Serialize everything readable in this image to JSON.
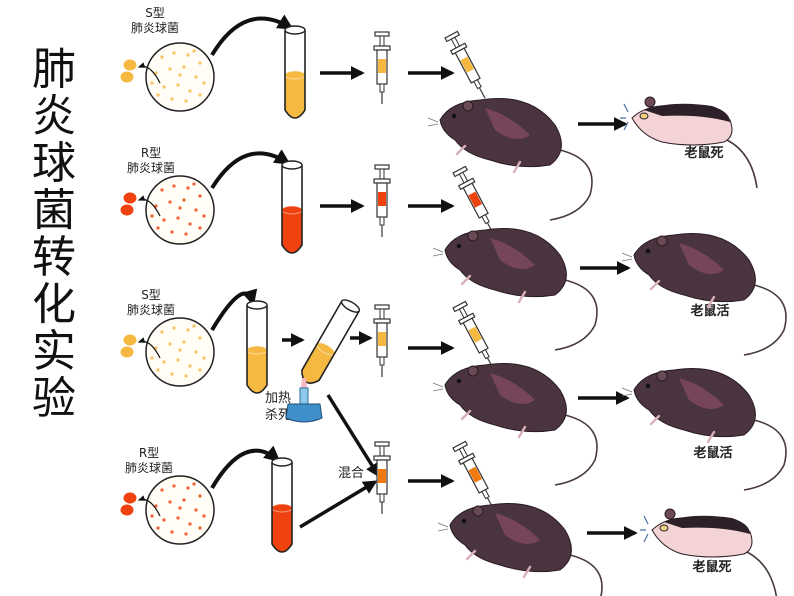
{
  "title": "肺炎球菌转化实验",
  "colors": {
    "s_culture": "#f5b942",
    "r_culture": "#f0420f",
    "mix_culture": "#f07a10",
    "lamp": "#3f8fc9",
    "outline": "#222222",
    "mouse_fur": "#4a3440"
  },
  "rows": [
    {
      "strain_type": "S型",
      "strain_name": "肺炎球菌",
      "culture": "s",
      "result": "老鼠死",
      "outcome": "dead"
    },
    {
      "strain_type": "R型",
      "strain_name": "肺炎球菌",
      "culture": "r",
      "result": "老鼠活",
      "outcome": "alive"
    },
    {
      "strain_type": "S型",
      "strain_name": "肺炎球菌",
      "culture": "s",
      "treatment": [
        "加热",
        "杀死"
      ],
      "result": "老鼠活",
      "outcome": "alive"
    },
    {
      "strain_type": "R型",
      "strain_name": "肺炎球菌",
      "culture": "r",
      "mix_label": "混合",
      "result": "老鼠死",
      "outcome": "dead"
    }
  ]
}
